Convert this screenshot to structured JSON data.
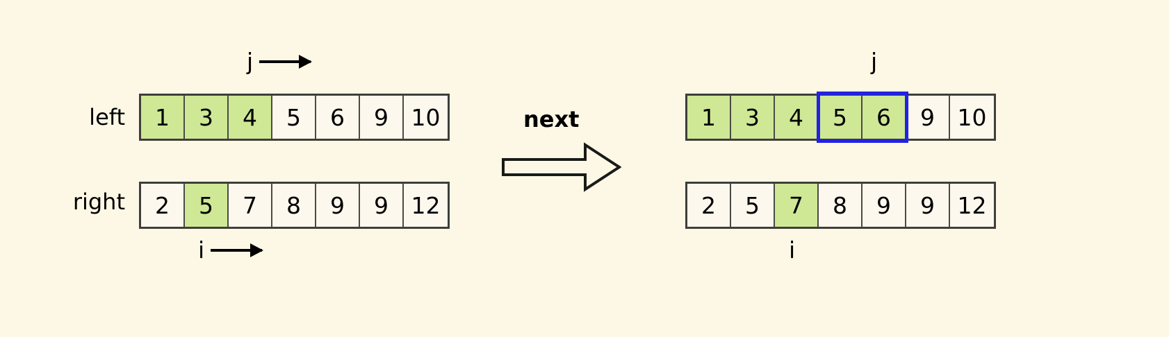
{
  "diagram": {
    "title_visible": false,
    "background_color": "#fdf8e5",
    "highlight_color": "#cfe896",
    "selection_color": "#2222e4",
    "border_color": "#3e3e3a",
    "cell_bg_color": "#fdf8ee"
  },
  "transition": {
    "label": "next",
    "arrow_icon": "block-arrow-right"
  },
  "before": {
    "left": {
      "label": "left",
      "values": [
        "1",
        "3",
        "4",
        "5",
        "6",
        "9",
        "10"
      ],
      "highlighted": [
        0,
        1,
        2
      ],
      "selection": null,
      "pointer": {
        "name": "j",
        "arrow": "→",
        "position": "above",
        "index": 2
      }
    },
    "right": {
      "label": "right",
      "values": [
        "2",
        "5",
        "7",
        "8",
        "9",
        "9",
        "12"
      ],
      "highlighted": [
        1
      ],
      "selection": null,
      "pointer": {
        "name": "i",
        "arrow": "→",
        "position": "below",
        "index": 1
      }
    }
  },
  "after": {
    "left": {
      "label": "",
      "values": [
        "1",
        "3",
        "4",
        "5",
        "6",
        "9",
        "10"
      ],
      "highlighted": [
        0,
        1,
        2,
        3,
        4
      ],
      "selection": {
        "start": 3,
        "end": 4
      },
      "pointer": {
        "name": "j",
        "arrow": "",
        "position": "above",
        "index": 4
      }
    },
    "right": {
      "label": "",
      "values": [
        "2",
        "5",
        "7",
        "8",
        "9",
        "9",
        "12"
      ],
      "highlighted": [
        2
      ],
      "selection": null,
      "pointer": {
        "name": "i",
        "arrow": "",
        "position": "below",
        "index": 2
      }
    }
  }
}
